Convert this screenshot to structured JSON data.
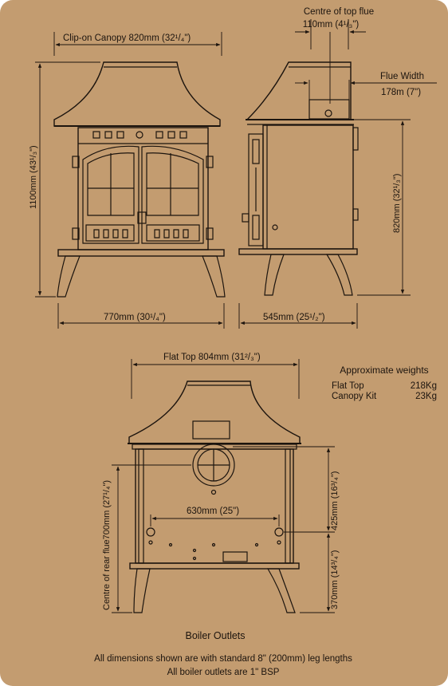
{
  "labels": {
    "top_flue_title": "Centre of top flue",
    "top_flue_value": "110mm (4¹/₃\")",
    "canopy_width": "Clip-on Canopy 820mm (32¹/₄\")",
    "flue_width_title": "Flue Width",
    "flue_width_value": "178m (7\")",
    "height_total": "1100mm (43¹/₃\")",
    "height_side": "820mm (32¹/₃\")",
    "front_width": "770mm (30¹/₄\")",
    "side_depth": "545mm (25¹/₂\")",
    "flat_top_width": "Flat Top 804mm (31²/₃\")",
    "rear_flue_height": "Centre of rear flue700mm (27¹/₄\")",
    "rear_inner_width": "630mm (25\")",
    "rear_upper_height": "425mm (16³/₄\")",
    "rear_lower_height": "370mm (14³/₄\")",
    "boiler_outlets": "Boiler Outlets",
    "note_legs": "All dimensions shown are with standard 8\" (200mm) leg lengths",
    "note_bsp": "All boiler outlets are 1\" BSP"
  },
  "weights": {
    "title": "Approximate weights",
    "rows": [
      {
        "name": "Flat Top",
        "value": "218Kg"
      },
      {
        "name": "Canopy Kit",
        "value": "23Kg"
      }
    ]
  },
  "colors": {
    "background": "#c39c70",
    "ink": "#1c140e"
  }
}
